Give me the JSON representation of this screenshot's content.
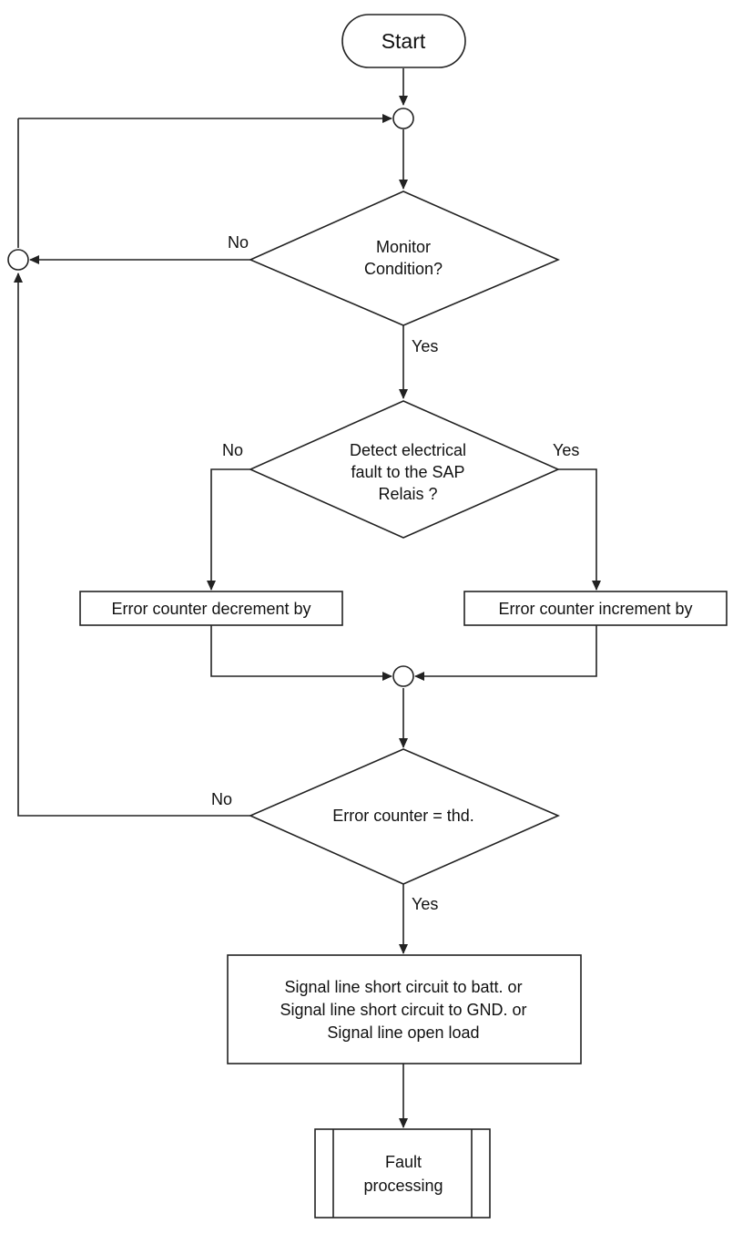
{
  "flowchart": {
    "start": "Start",
    "decision_monitor": [
      "Monitor",
      "Condition?"
    ],
    "decision_detect": [
      "Detect electrical",
      "fault to the SAP",
      "Relais ?"
    ],
    "decrement_box": "Error counter decrement by",
    "increment_box": "Error counter increment by",
    "decision_threshold": "Error counter = thd.",
    "result_box": [
      "Signal line short circuit to batt. or",
      "Signal line short circuit to GND. or",
      "Signal line open load"
    ],
    "fault_box": [
      "Fault",
      "processing"
    ],
    "labels": {
      "monitor_no": "No",
      "monitor_yes": "Yes",
      "detect_no": "No",
      "detect_yes": "Yes",
      "threshold_no": "No",
      "threshold_yes": "Yes"
    }
  }
}
